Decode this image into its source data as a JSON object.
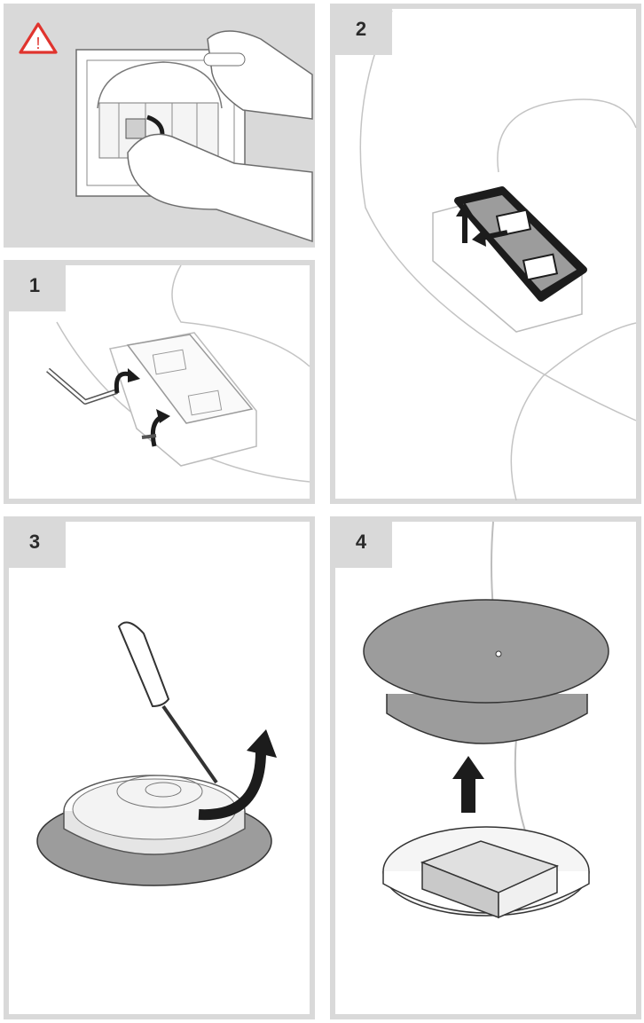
{
  "colors": {
    "panel_frame": "#d9d9d9",
    "warning": "#e0342e",
    "line_art": "#7a7a7a",
    "dark_fill": "#1c1c1c",
    "mid_gray": "#9c9c9c"
  },
  "warning_panel": {
    "icon": "warning-triangle-icon",
    "symbol": "!"
  },
  "steps": [
    {
      "number": "1"
    },
    {
      "number": "2"
    },
    {
      "number": "3"
    },
    {
      "number": "4"
    }
  ]
}
